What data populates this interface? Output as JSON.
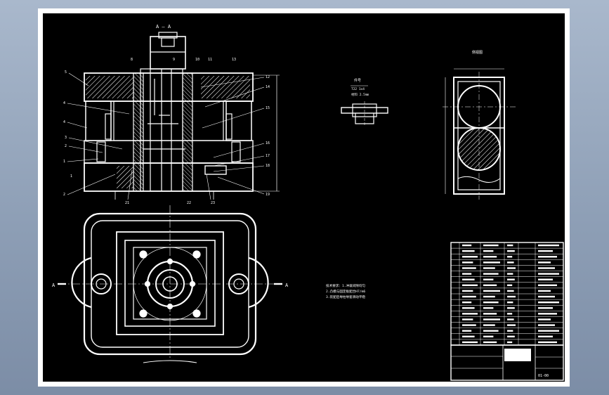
{
  "section_label": "A — A",
  "section_marks": {
    "left": "A",
    "right": "A"
  },
  "part_callouts": {
    "left": [
      "5",
      "4",
      "4",
      "3",
      "2",
      "1",
      "2",
      "1"
    ],
    "right": [
      "12",
      "14",
      "15",
      "16",
      "17",
      "18",
      "19"
    ],
    "top": [
      "8",
      "9",
      "10",
      "11",
      "13"
    ],
    "bottom": [
      "21",
      "22",
      "23"
    ]
  },
  "part_detail": {
    "title": "件号",
    "note_lines": [
      "T22  1x4",
      "材料 2.5mm"
    ]
  },
  "side_view": {
    "title": "侧视图"
  },
  "tech_requirements": [
    "技术要求：1.冲裁间隙均匀",
    "2.凸模与固定板配合H7/m6",
    "3.装配后导柱导套滑动平稳"
  ],
  "bom": {
    "row_count": 18
  },
  "title_block": {
    "drawing_number": "01-00"
  },
  "colors": {
    "paper": "#000000",
    "lines": "#ffffff",
    "frame_bg": "#8e9fb6"
  }
}
